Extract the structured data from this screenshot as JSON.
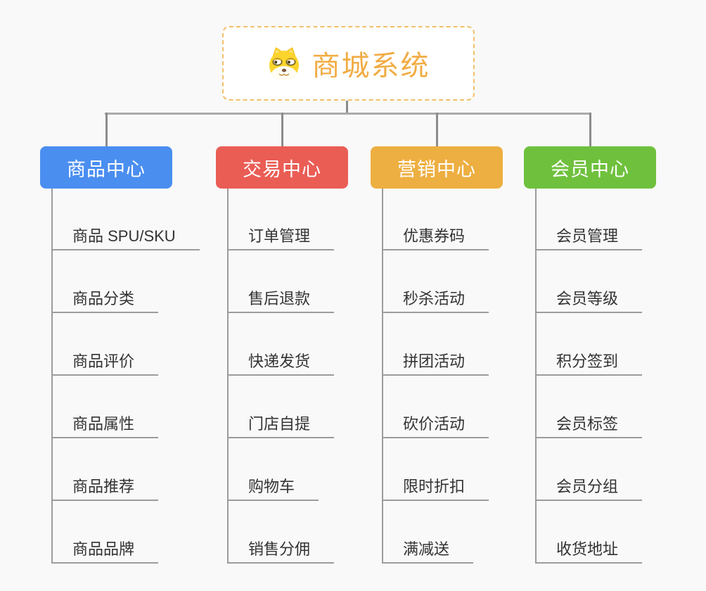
{
  "root": {
    "title": "商城系统",
    "icon": "dog-face-icon"
  },
  "branches": [
    {
      "label": "商品中心",
      "color": "#4a8ef0",
      "children": [
        "商品 SPU/SKU",
        "商品分类",
        "商品评价",
        "商品属性",
        "商品推荐",
        "商品品牌"
      ]
    },
    {
      "label": "交易中心",
      "color": "#ea5d55",
      "children": [
        "订单管理",
        "售后退款",
        "快递发货",
        "门店自提",
        "购物车",
        "销售分佣"
      ]
    },
    {
      "label": "营销中心",
      "color": "#edaf41",
      "children": [
        "优惠券码",
        "秒杀活动",
        "拼团活动",
        "砍价活动",
        "限时折扣",
        "满减送"
      ]
    },
    {
      "label": "会员中心",
      "color": "#6fc13d",
      "children": [
        "会员管理",
        "会员等级",
        "积分签到",
        "会员标签",
        "会员分组",
        "收货地址"
      ]
    }
  ],
  "colors": {
    "background": "#f9f9f9",
    "root_border": "#f2c06b",
    "root_text": "#f2ac44",
    "connector": "#8c8c8c",
    "underline": "#9c9c9c",
    "item_text": "#333333"
  }
}
